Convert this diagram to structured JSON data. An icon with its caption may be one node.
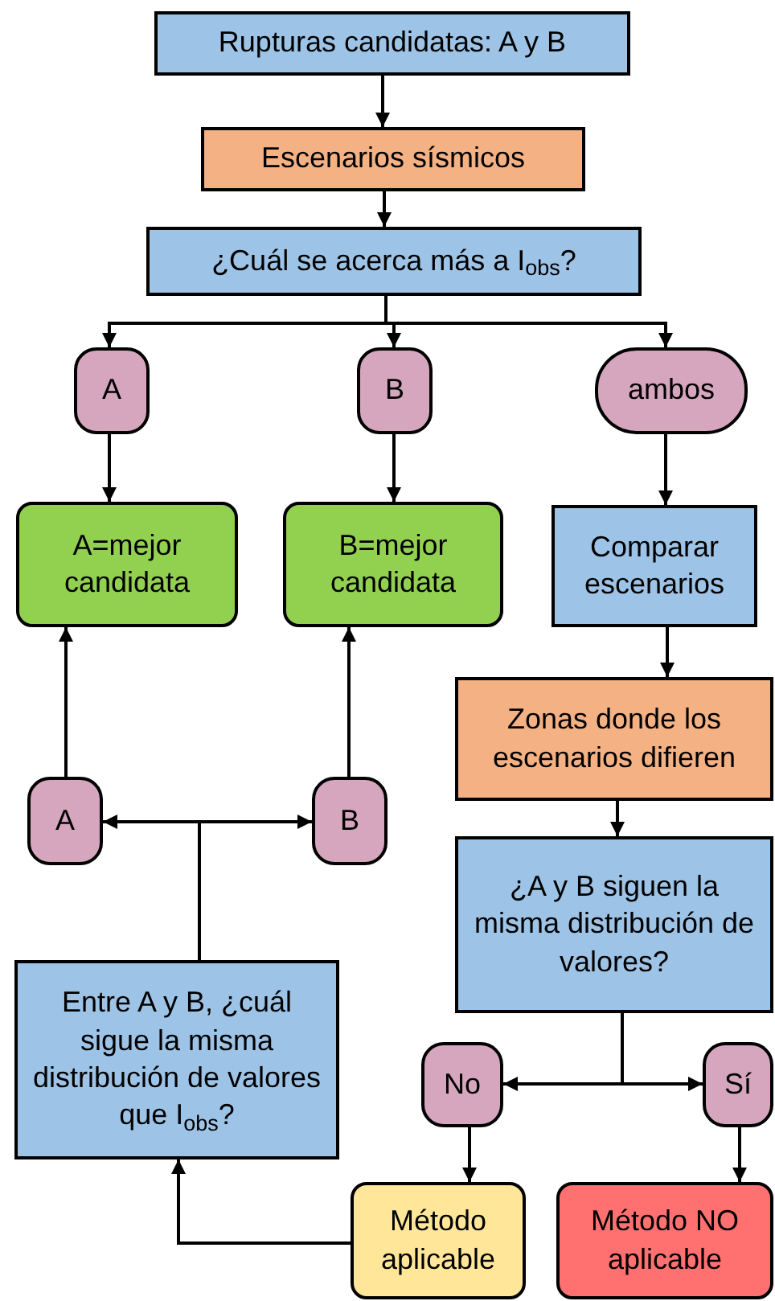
{
  "diagram": {
    "nodes": [
      {
        "text": [
          "Rupturas candidatas: A y B"
        ]
      },
      {
        "text": [
          "Escenarios sísmicos"
        ]
      },
      {
        "text": [
          "¿Cuál se acerca más a I$_{obs}$?"
        ]
      },
      {
        "text": [
          "A"
        ]
      },
      {
        "text": [
          "B"
        ]
      },
      {
        "text": [
          "ambos"
        ]
      },
      {
        "text": [
          "A=mejor candidata"
        ]
      },
      {
        "text": [
          "B=mejor candidata"
        ]
      },
      {
        "text": [
          "Comparar escenarios"
        ]
      },
      {
        "text": [
          "Zonas donde los escenarios difieren"
        ]
      },
      {
        "text": [
          "A"
        ]
      },
      {
        "text": [
          "B"
        ]
      },
      {
        "text": [
          "¿A y B siguen la misma distribución de valores?"
        ]
      },
      {
        "text": [
          "Entre A y B, ¿cuál sigue la misma distribución de valores que I$_{obs}$?"
        ]
      },
      {
        "text": [
          "No"
        ]
      },
      {
        "text": [
          "Sí"
        ]
      },
      {
        "text": [
          "Método aplicable"
        ]
      },
      {
        "text": [
          "Método NO aplicable"
        ]
      }
    ],
    "edges": [
      {
        "from": 0,
        "to": 1,
        "arrow": "to"
      },
      {
        "from": 1,
        "to": 2,
        "arrow": "to"
      },
      {
        "from": 2,
        "to": 3,
        "arrow": "to"
      },
      {
        "from": 2,
        "to": 4,
        "arrow": "to"
      },
      {
        "from": 2,
        "to": 5,
        "arrow": "to"
      },
      {
        "from": 3,
        "to": 6,
        "arrow": "to"
      },
      {
        "from": 4,
        "to": 7,
        "arrow": "to"
      },
      {
        "from": 5,
        "to": 8,
        "arrow": "to"
      },
      {
        "from": 8,
        "to": 9,
        "arrow": "to"
      },
      {
        "from": 9,
        "to": 12,
        "arrow": "to"
      },
      {
        "from": 10,
        "to": 6,
        "arrow": "to"
      },
      {
        "from": 11,
        "to": 7,
        "arrow": "to"
      },
      {
        "from": 13,
        "to": 10,
        "arrow": "to"
      },
      {
        "from": 13,
        "to": 11,
        "arrow": "to"
      },
      {
        "from": 12,
        "to": 14,
        "arrow": "to"
      },
      {
        "from": 12,
        "to": 15,
        "arrow": "to"
      },
      {
        "from": 14,
        "to": 16,
        "arrow": "to"
      },
      {
        "from": 15,
        "to": 17,
        "arrow": "to"
      },
      {
        "from": 16,
        "to": 13,
        "arrow": "to"
      }
    ]
  }
}
